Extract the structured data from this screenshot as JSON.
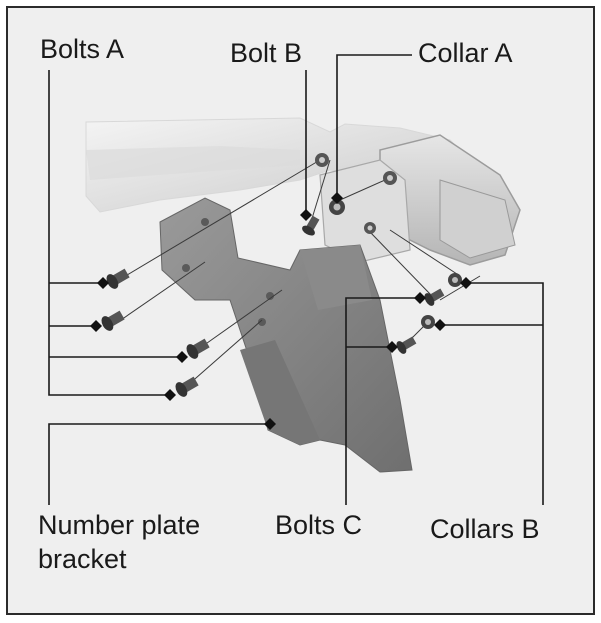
{
  "labels": {
    "bolts_a": "Bolts A",
    "bolt_b": "Bolt B",
    "collar_a": "Collar A",
    "number_plate_line1": "Number plate",
    "number_plate_line2": "bracket",
    "bolts_c": "Bolts C",
    "collars_b": "Collars B"
  },
  "icons": {
    "bolt": "bolt-icon",
    "collar": "collar-icon",
    "pointer": "diamond-pointer-icon"
  },
  "colors": {
    "frame_border": "#2b2b2b",
    "background": "#efefef",
    "line": "#1a1a1a",
    "bracket": "#7e7e7e"
  }
}
